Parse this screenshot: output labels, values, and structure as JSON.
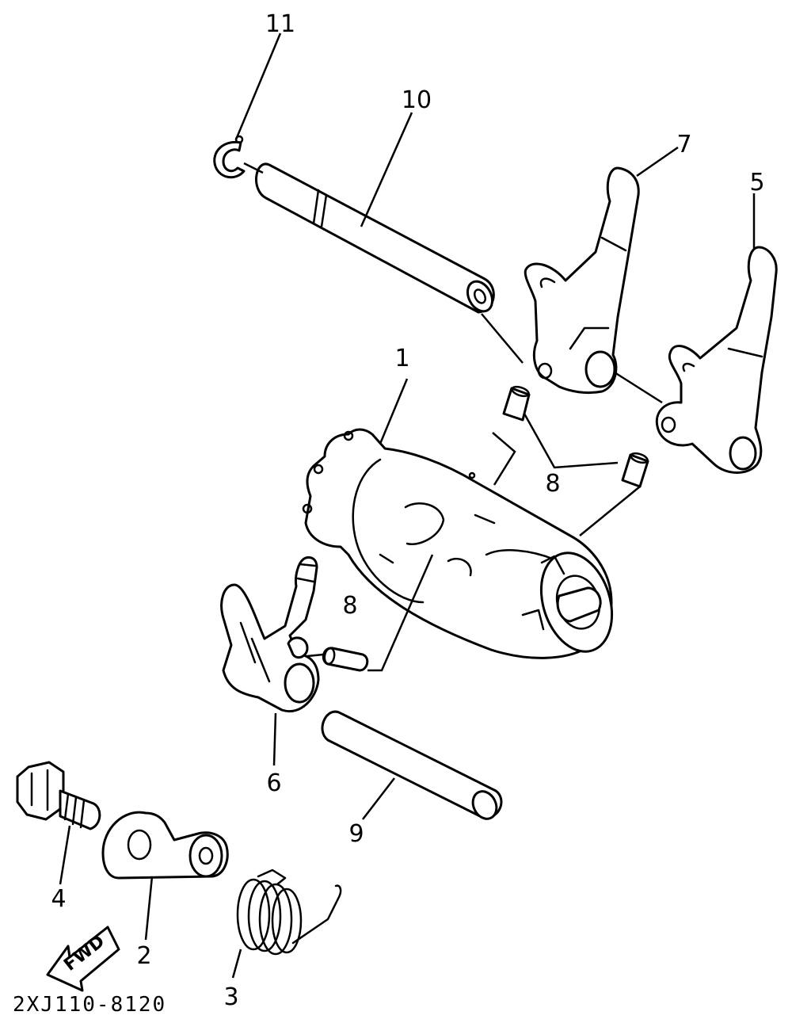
{
  "callouts": {
    "c1": "1",
    "c2": "2",
    "c3": "3",
    "c4": "4",
    "c5": "5",
    "c6": "6",
    "c7": "7",
    "c8a": "8",
    "c8b": "8",
    "c9": "9",
    "c10": "10",
    "c11": "11"
  },
  "fwd_label": "FWD",
  "diagram_code": "2XJ110-8120"
}
